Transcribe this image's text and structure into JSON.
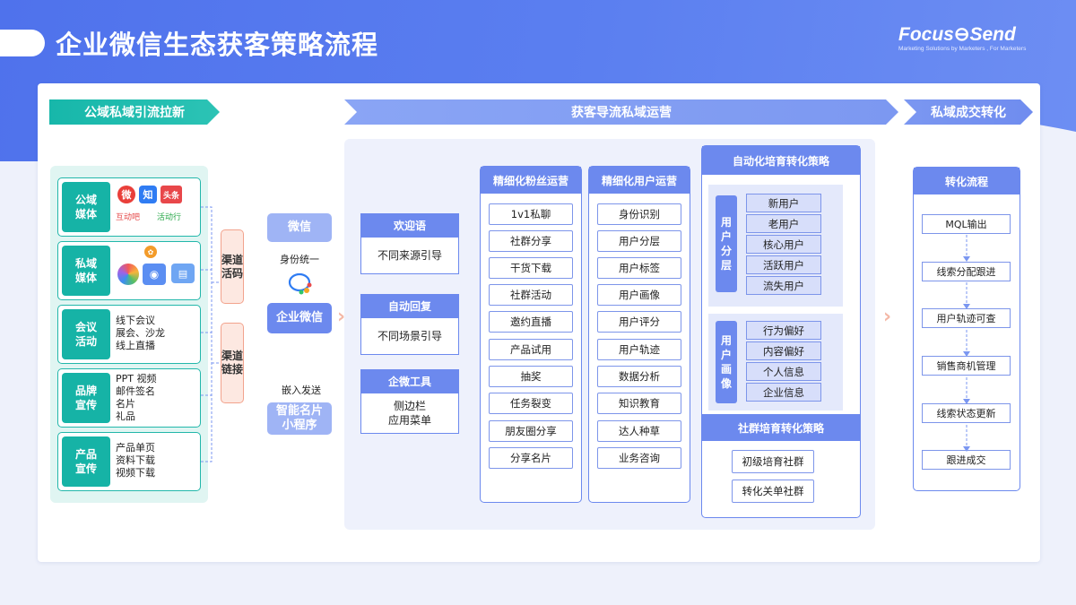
{
  "header": {
    "title": "企业微信生态获客策略流程",
    "logo": "Focus Send",
    "logo_tagline": "Marketing Solutions by Marketers , For Marketers"
  },
  "phases": {
    "p1": "公域私域引流拉新",
    "p2": "获客导流私域运营",
    "p3": "私域成交转化"
  },
  "sources": [
    {
      "tag": "公域\n媒体",
      "icons": [
        "weibo-icon",
        "zhihu-icon",
        "toutiao-icon"
      ],
      "brand_text": [
        "互动吧",
        "活动行"
      ]
    },
    {
      "tag": "私域\n媒体",
      "icons": [
        "butterfly-icon",
        "aperture-icon",
        "browser-icon",
        "card-icon"
      ]
    },
    {
      "tag": "会议\n活动",
      "lines": [
        "线下会议",
        "展会、沙龙",
        "线上直播"
      ]
    },
    {
      "tag": "品牌\n宣传",
      "lines": [
        "PPT 视频",
        "邮件签名",
        "名片",
        "礼品"
      ]
    },
    {
      "tag": "产品\n宣传",
      "lines": [
        "产品单页",
        "资料下载",
        "视频下载"
      ]
    }
  ],
  "channels": [
    "渠道\n活码",
    "渠道\n链接"
  ],
  "wechat": {
    "weixin": "微信",
    "identity": "身份统一",
    "enterprise": "企业微信",
    "embed": "嵌入发送",
    "card": "智能名片\n小程序"
  },
  "entry_boxes": [
    {
      "title": "欢迎语",
      "body": "不同来源引导"
    },
    {
      "title": "自动回复",
      "body": "不同场景引导"
    },
    {
      "title": "企微工具",
      "body": "侧边栏\n应用菜单"
    }
  ],
  "fan_ops": {
    "title": "精细化粉丝运营",
    "items": [
      "1v1私聊",
      "社群分享",
      "干货下载",
      "社群活动",
      "邀约直播",
      "产品试用",
      "抽奖",
      "任务裂变",
      "朋友圈分享",
      "分享名片"
    ]
  },
  "user_ops": {
    "title": "精细化用户运营",
    "items": [
      "身份识别",
      "用户分层",
      "用户标签",
      "用户画像",
      "用户评分",
      "用户轨迹",
      "数据分析",
      "知识教育",
      "达人种草",
      "业务咨询"
    ]
  },
  "auto_strategy": {
    "title": "自动化培育转化策略",
    "layer_tag": "用\n户\n分\n层",
    "layers": [
      "新用户",
      "老用户",
      "核心用户",
      "活跃用户",
      "流失用户"
    ],
    "portrait_tag": "用\n户\n画\n像",
    "portraits": [
      "行为偏好",
      "内容偏好",
      "个人信息",
      "企业信息"
    ],
    "community_title": "社群培育转化策略",
    "communities": [
      "初级培育社群",
      "转化关单社群"
    ]
  },
  "conversion": {
    "title": "转化流程",
    "steps": [
      "MQL输出",
      "线索分配跟进",
      "用户轨迹可查",
      "销售商机管理",
      "线索状态更新",
      "跟进成交"
    ]
  },
  "colors": {
    "header_blue": "#5b7ff0",
    "teal": "#16b3a6",
    "accent_blue": "#6c89ee",
    "channel_pink": "#fde8e1"
  }
}
